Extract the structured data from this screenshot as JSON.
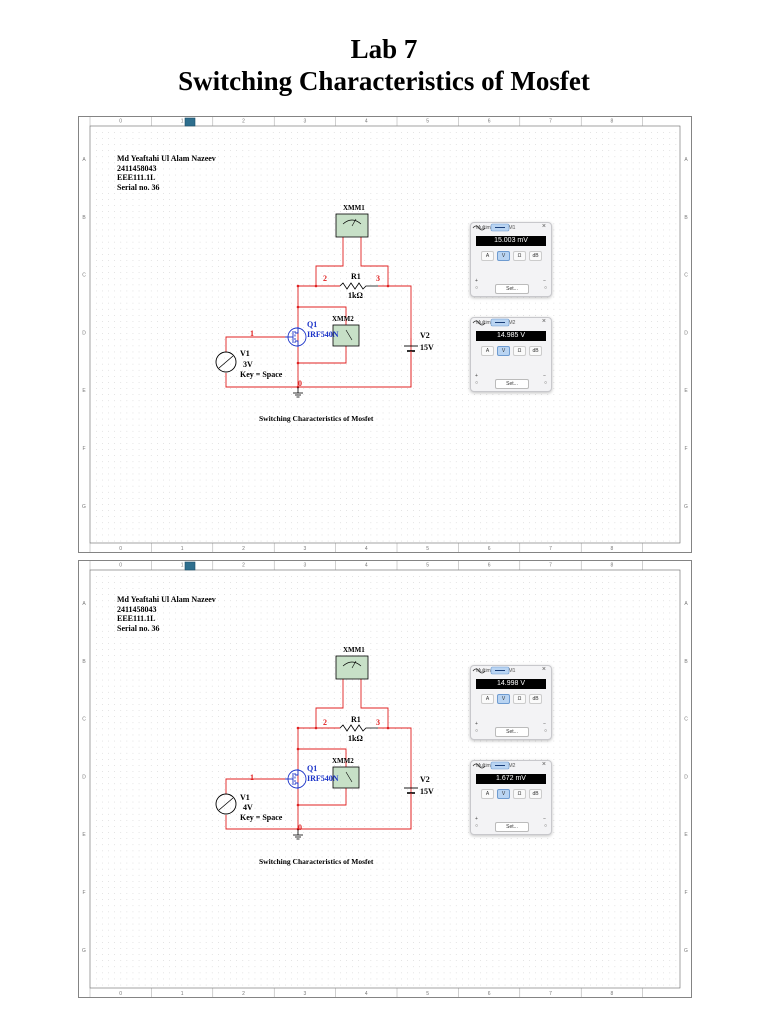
{
  "page": {
    "title_line1": "Lab 7",
    "title_line2": "Switching Characteristics of Mosfet"
  },
  "ruler": {
    "columns": [
      "0",
      "1",
      "2",
      "3",
      "4",
      "5",
      "6",
      "7",
      "8"
    ],
    "rows": [
      "A",
      "B",
      "C",
      "D",
      "E",
      "F",
      "G"
    ]
  },
  "panels": [
    {
      "info": [
        "Md Yeaftahi Ul Alam Nazeev",
        "2411458043",
        "EEE111.1L",
        "Serial no. 36"
      ],
      "circuit": {
        "xmm1": "XMM1",
        "xmm2": "XMM2",
        "node2": "2",
        "node3": "3",
        "node1": "1",
        "node0": "0",
        "r1_name": "R1",
        "r1_value": "1kΩ",
        "q1_name": "Q1",
        "q1_part": "IRF540N",
        "v1_name": "V1",
        "v1_value": "3V",
        "v1_key": "Key = Space",
        "v2_name": "V2",
        "v2_value": "15V",
        "caption": "Switching Characteristics of Mosfet"
      },
      "meters": [
        {
          "title": "Multimeter-XMM1",
          "reading": "15.003 mV",
          "buttons": [
            "A",
            "V",
            "Ω",
            "dB"
          ],
          "active": "V",
          "set_label": "Set..."
        },
        {
          "title": "Multimeter-XMM2",
          "reading": "14.985 V",
          "buttons": [
            "A",
            "V",
            "Ω",
            "dB"
          ],
          "active": "V",
          "set_label": "Set..."
        }
      ]
    },
    {
      "info": [
        "Md Yeaftahi Ul Alam Nazeev",
        "2411458043",
        "EEE111.1L",
        "Serial no. 36"
      ],
      "circuit": {
        "xmm1": "XMM1",
        "xmm2": "XMM2",
        "node2": "2",
        "node3": "3",
        "node1": "1",
        "node0": "0",
        "r1_name": "R1",
        "r1_value": "1kΩ",
        "q1_name": "Q1",
        "q1_part": "IRF540N",
        "v1_name": "V1",
        "v1_value": "4V",
        "v1_key": "Key = Space",
        "v2_name": "V2",
        "v2_value": "15V",
        "caption": "Switching Characteristics of Mosfet"
      },
      "meters": [
        {
          "title": "Multimeter-XMM1",
          "reading": "14.998 V",
          "buttons": [
            "A",
            "V",
            "Ω",
            "dB"
          ],
          "active": "V",
          "set_label": "Set..."
        },
        {
          "title": "Multimeter-XMM2",
          "reading": "1.672 mV",
          "buttons": [
            "A",
            "V",
            "Ω",
            "dB"
          ],
          "active": "V",
          "set_label": "Set..."
        }
      ]
    }
  ],
  "colors": {
    "wire": "#e02020",
    "component": "#000000",
    "transistor": "#1a32c8",
    "grid_dot": "#c9c9c9",
    "meter_icon_bg": "#c7e0c7"
  }
}
